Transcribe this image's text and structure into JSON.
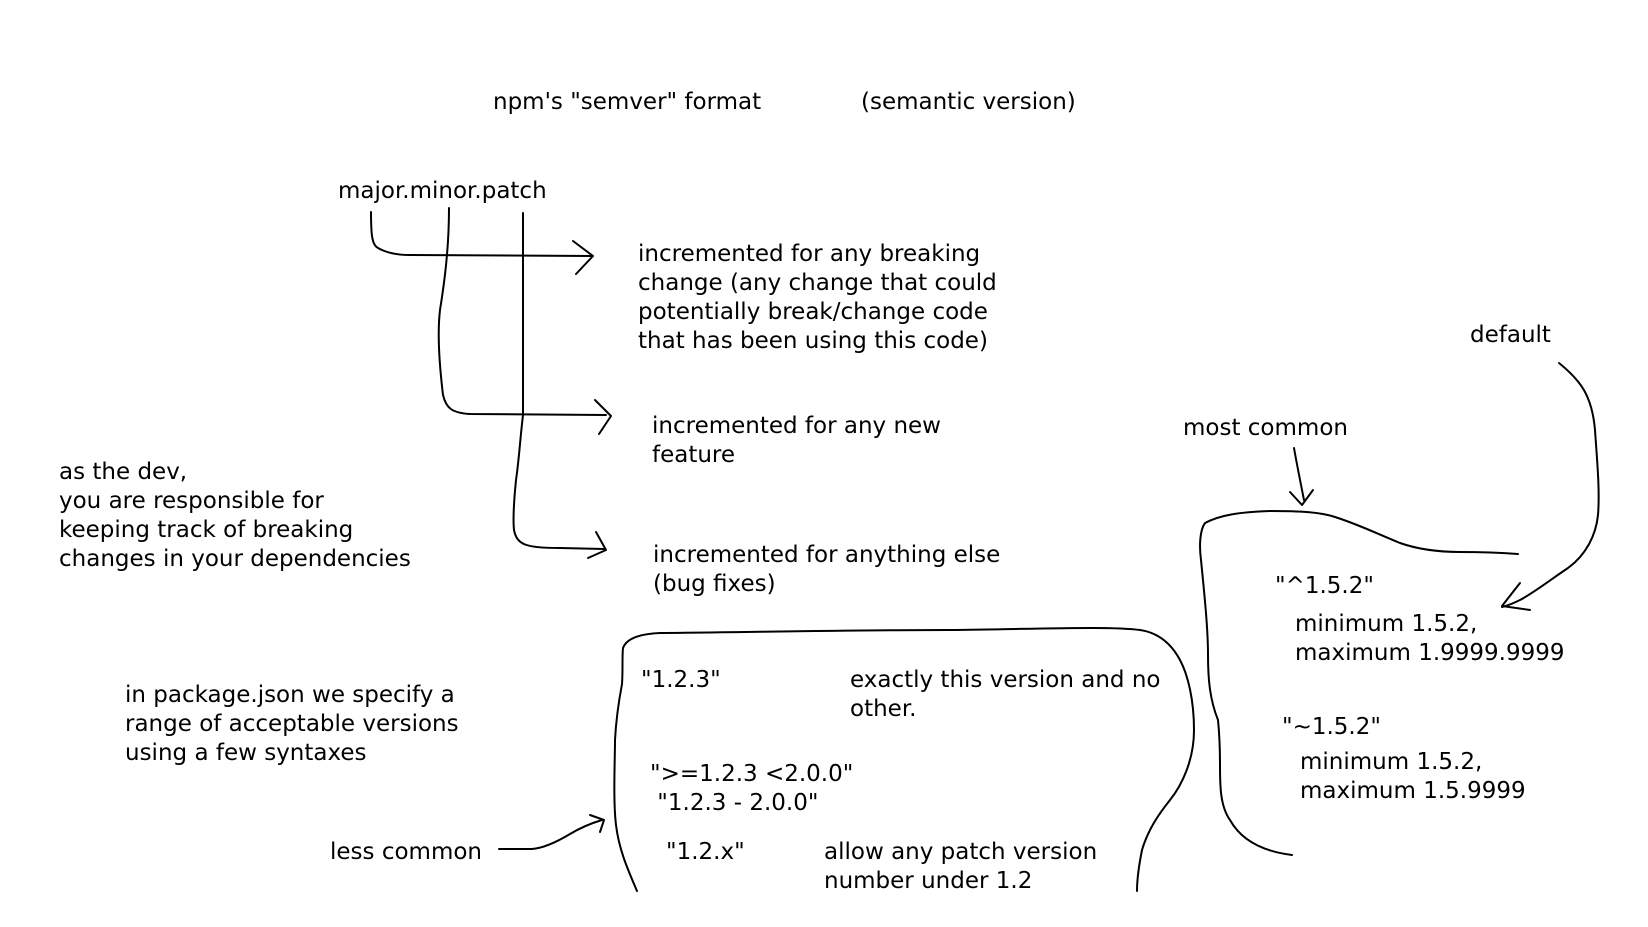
{
  "title": "npm's \"semver\" format",
  "subtitle": "(semantic version)",
  "version_format": "major.minor.patch",
  "parts": [
    {
      "text": "incremented for any breaking\nchange (any change that could\npotentially break/change code\nthat has been using this code)"
    },
    {
      "text": "incremented for any new\nfeature"
    },
    {
      "text": "incremented for anything else\n(bug fixes)"
    }
  ],
  "dev_note": "as the dev,\nyou are responsible for\nkeeping track of breaking\nchanges in your dependencies",
  "package_note": "in package.json we specify a\nrange of acceptable versions\nusing a few syntaxes",
  "less_common": {
    "label": "less common",
    "exact": {
      "syntax": "\"1.2.3\"",
      "desc": "exactly this version and no\nother."
    },
    "range": "\">=1.2.3 <2.0.0\"\n \"1.2.3 - 2.0.0\"",
    "wildcard": {
      "syntax": "\"1.2.x\"",
      "desc": "allow any patch version\nnumber under 1.2"
    }
  },
  "most_common": {
    "label": "most common",
    "default_label": "default",
    "caret": {
      "syntax": "\"^1.5.2\"",
      "desc": "minimum 1.5.2,\nmaximum 1.9999.9999"
    },
    "tilde": {
      "syntax": "\"~1.5.2\"",
      "desc": "minimum 1.5.2,\nmaximum 1.5.9999"
    }
  }
}
